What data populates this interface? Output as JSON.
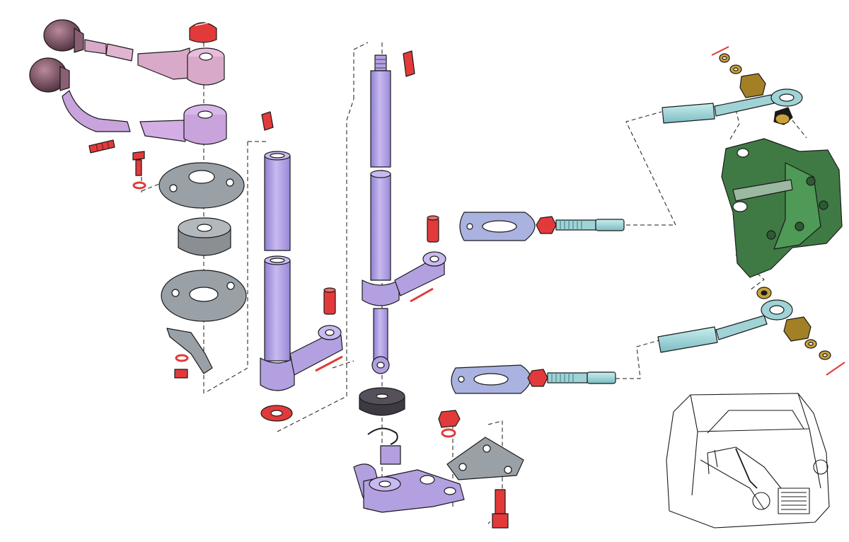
{
  "diagram": {
    "kind": "exploded-view",
    "text_labels": [],
    "colors": {
      "background": "#ffffff",
      "outline": "#1a1a1a",
      "lever_pink": "#d9a9c9",
      "knob_brown": "#7a5566",
      "lever_violet": "#c9a3dc",
      "shaft_purple": "#b3a0e0",
      "fastener_red": "#e23a3a",
      "washer_gray": "#9aa1a6",
      "bushing_dark": "#55505a",
      "clevis_blue": "#aab2e0",
      "rod_cyan": "#9fd3d6",
      "bracket_green": "#3f7a45",
      "brass": "#c9a23a"
    },
    "parts": [
      {
        "name": "upper-gear-lever",
        "color": "lever_pink"
      },
      {
        "name": "lower-gear-lever",
        "color": "lever_violet"
      },
      {
        "name": "lever-knob",
        "count": 2,
        "color": "knob_brown"
      },
      {
        "name": "cap-nut",
        "color": "fastener_red"
      },
      {
        "name": "set-screw",
        "color": "fastener_red"
      },
      {
        "name": "bolt",
        "count": 2,
        "color": "fastener_red"
      },
      {
        "name": "flange-plate",
        "count": 2,
        "color": "washer_gray"
      },
      {
        "name": "rubber-bushing",
        "color": "washer_gray"
      },
      {
        "name": "mounting-strap",
        "color": "washer_gray"
      },
      {
        "name": "tube-shaft",
        "count": 2,
        "color": "shaft_purple"
      },
      {
        "name": "main-shaft",
        "color": "shaft_purple"
      },
      {
        "name": "clevis-pin",
        "count": 2,
        "color": "fastener_red"
      },
      {
        "name": "cotter-pin",
        "count": 3,
        "color": "fastener_red"
      },
      {
        "name": "red-washer",
        "color": "fastener_red"
      },
      {
        "name": "shaft-key",
        "count": 2,
        "color": "fastener_red"
      },
      {
        "name": "rubber-grommet",
        "color": "bushing_dark"
      },
      {
        "name": "circlip",
        "color": "outline"
      },
      {
        "name": "bottom-bracket",
        "color": "shaft_purple"
      },
      {
        "name": "triangular-plate",
        "color": "washer_gray"
      },
      {
        "name": "clevis",
        "count": 2,
        "color": "clevis_blue"
      },
      {
        "name": "threaded-rod",
        "count": 2,
        "color": "rod_cyan"
      },
      {
        "name": "tie-rod",
        "count": 2,
        "color": "rod_cyan"
      },
      {
        "name": "pivot-bracket",
        "color": "bracket_green"
      },
      {
        "name": "vehicle-cab-inset",
        "color": "outline"
      }
    ]
  }
}
